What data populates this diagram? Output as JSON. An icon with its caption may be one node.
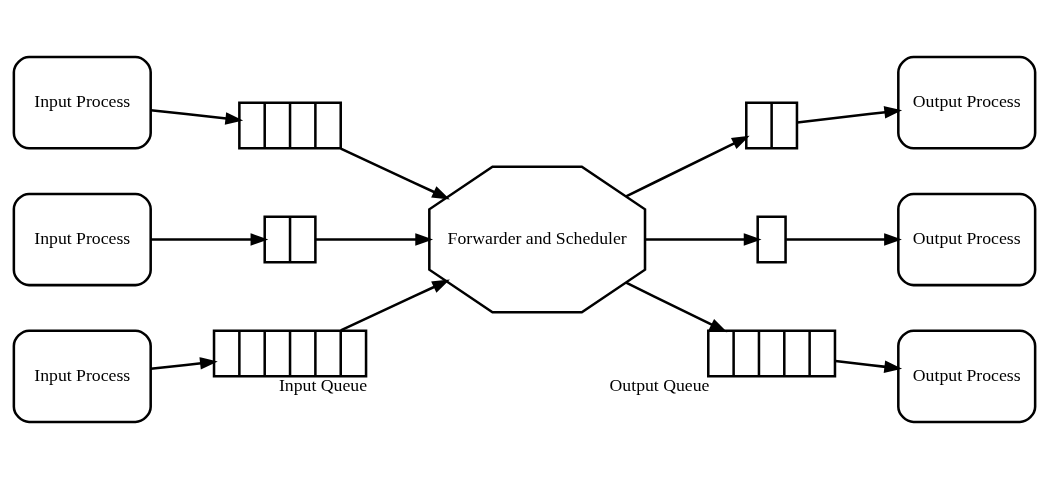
{
  "diagram": {
    "nodes": [
      {
        "text": [
          "Input Process"
        ]
      },
      {
        "text": [],
        "shape": "box"
      },
      {
        "text": [
          "Input Process"
        ]
      },
      {
        "text": [],
        "shape": "box"
      },
      {
        "text": [
          "Input Process"
        ]
      },
      {
        "text": [],
        "shape": "box",
        "beside": [
          "Input Queue"
        ]
      },
      {
        "text": [
          "Forwarder and Scheduler"
        ]
      },
      {
        "text": [],
        "shape": "box"
      },
      {
        "text": [
          "Output Process"
        ]
      },
      {
        "text": [],
        "shape": "box"
      },
      {
        "text": [
          "Output Process"
        ]
      },
      {
        "text": [],
        "shape": "box",
        "beside": [
          "Output Queue"
        ]
      },
      {
        "text": [
          "Output Process"
        ]
      }
    ],
    "edges": [
      {
        "from": 0,
        "to": 1,
        "arrow": "to"
      },
      {
        "from": 1,
        "to": 6,
        "arrow": "to"
      },
      {
        "from": 2,
        "to": 3,
        "arrow": "to"
      },
      {
        "from": 3,
        "to": 6,
        "arrow": "to"
      },
      {
        "from": 4,
        "to": 5,
        "arrow": "to"
      },
      {
        "from": 5,
        "to": 6,
        "arrow": "to"
      },
      {
        "from": 6,
        "to": 7,
        "arrow": "to"
      },
      {
        "from": 7,
        "to": 8,
        "arrow": "to"
      },
      {
        "from": 6,
        "to": 9,
        "arrow": "to"
      },
      {
        "from": 9,
        "to": 10,
        "arrow": "to"
      },
      {
        "from": 6,
        "to": 11,
        "arrow": "to"
      },
      {
        "from": 11,
        "to": 12,
        "arrow": "to"
      }
    ]
  }
}
